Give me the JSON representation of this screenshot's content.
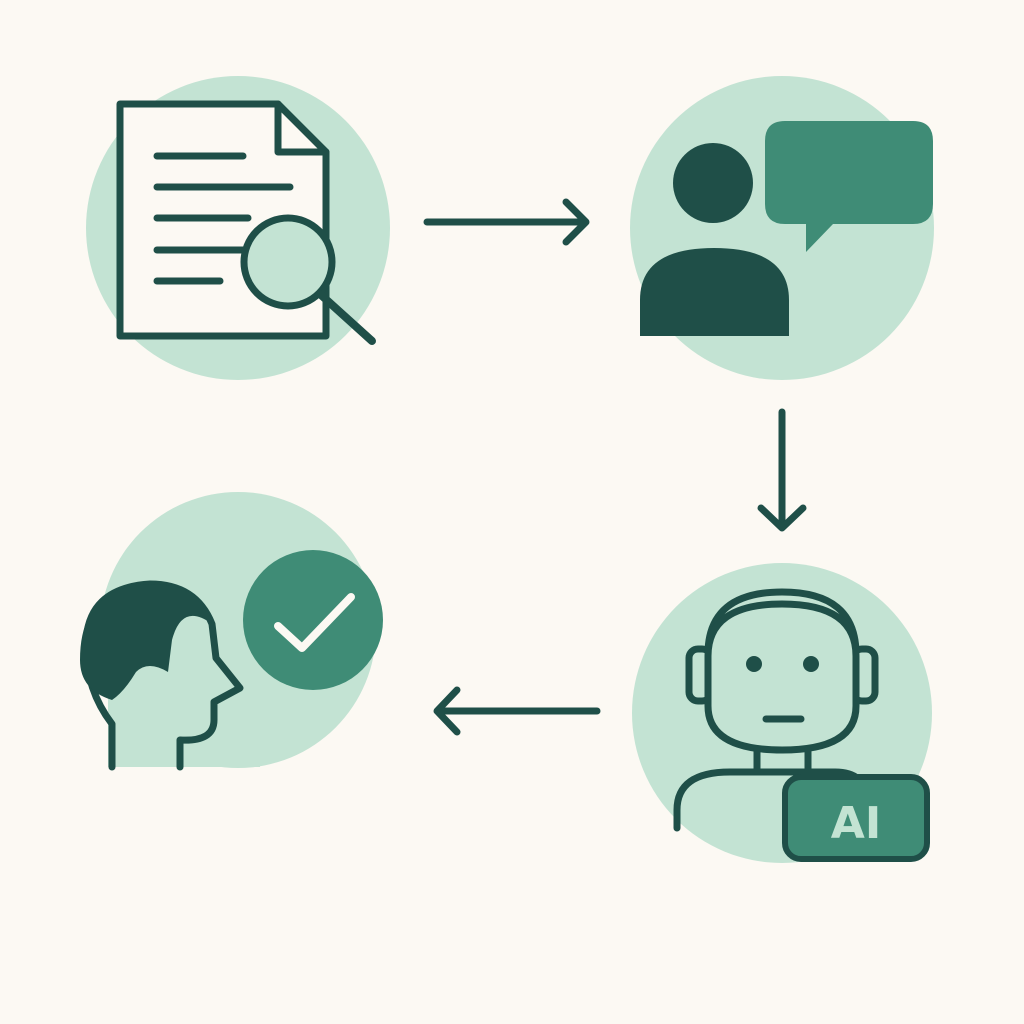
{
  "colors": {
    "background": "#fcf9f3",
    "circle_fill": "#c3e3d3",
    "stroke_dark": "#1f4f48",
    "fill_dark": "#1f4f48",
    "accent_green": "#3f8c76",
    "badge_text": "#c3e3d3"
  },
  "nodes": [
    {
      "id": "document-review",
      "icon": "document-search-icon"
    },
    {
      "id": "user-feedback",
      "icon": "person-speech-bubble-icon"
    },
    {
      "id": "ai-assistant",
      "icon": "robot-headset-icon",
      "badge": "AI"
    },
    {
      "id": "human-approval",
      "icon": "person-checkmark-icon"
    }
  ],
  "edges": [
    {
      "from": "document-review",
      "to": "user-feedback",
      "direction": "right"
    },
    {
      "from": "user-feedback",
      "to": "ai-assistant",
      "direction": "down"
    },
    {
      "from": "ai-assistant",
      "to": "human-approval",
      "direction": "left"
    }
  ]
}
